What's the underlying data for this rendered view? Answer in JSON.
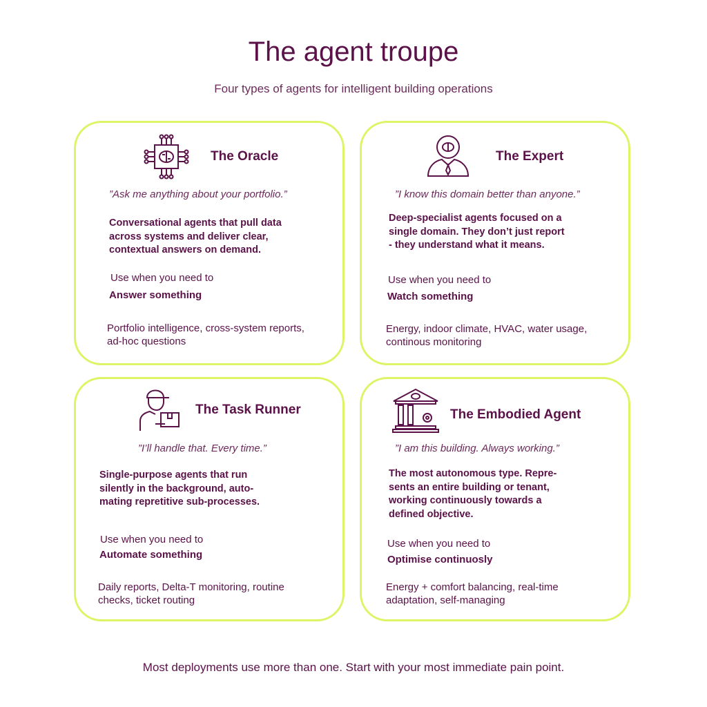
{
  "header": {
    "title": "The agent troupe",
    "subtitle": "Four types of agents for intelligent building operations"
  },
  "cards": [
    {
      "title": "The Oracle",
      "icon": "brain-chip-icon",
      "quote": "”Ask me anything about your portfolio.”",
      "description": [
        "Conversational agents that pull data",
        "across systems and deliver clear,",
        "contextual answers on demand."
      ],
      "use_label": "Use when you need to",
      "need": "Answer something",
      "examples": [
        "Portfolio intelligence, cross-system reports,",
        "ad-hoc questions"
      ]
    },
    {
      "title": "The Expert",
      "icon": "expert-person-icon",
      "quote": "”I know this domain better than anyone.”",
      "description": [
        "Deep-specialist agents focused on a",
        "single domain. They don’t just report",
        " - they understand what it means."
      ],
      "use_label": "Use when you need to",
      "need": "Watch something",
      "examples": [
        "Energy, indoor climate, HVAC, water usage,",
        "continous monitoring"
      ]
    },
    {
      "title": "The Task Runner",
      "icon": "delivery-worker-icon",
      "quote": "”I’ll handle that. Every time.”",
      "description": [
        "Single-purpose agents that run",
        "silently in the background, auto-",
        "mating repretitive sub-processes."
      ],
      "use_label": "Use when you need to",
      "need": "Automate something",
      "examples": [
        "Daily reports, Delta-T monitoring, routine",
        "checks, ticket routing"
      ]
    },
    {
      "title": "The Embodied Agent",
      "icon": "building-brain-icon",
      "quote": "”I am this building. Always working.”",
      "description": [
        "The most autonomous type. Repre-",
        "sents an entire building or tenant,",
        "working continuously towards a",
        "defined objective."
      ],
      "use_label": "Use when you need to",
      "need": "Optimise continuosly",
      "examples": [
        "Energy + comfort balancing, real-time",
        "adaptation, self-managing"
      ]
    }
  ],
  "footer": "Most deployments use more than one. Start with your most immediate pain point.",
  "colors": {
    "text": "#5a1248",
    "border": "#dcf567"
  }
}
